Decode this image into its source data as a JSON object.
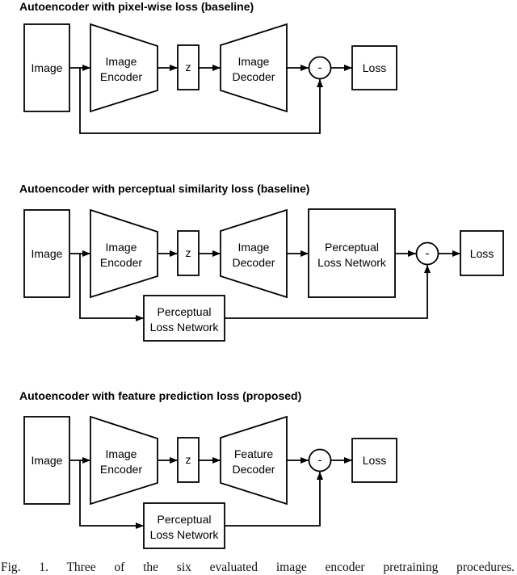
{
  "figure": {
    "diagrams": [
      {
        "title": "Autoencoder with pixel-wise loss (baseline)",
        "nodes": {
          "image": "Image",
          "encoder_line1": "Image",
          "encoder_line2": "Encoder",
          "latent": "z",
          "decoder_line1": "Image",
          "decoder_line2": "Decoder",
          "subtract": "-",
          "loss": "Loss"
        }
      },
      {
        "title": "Autoencoder with perceptual similarity loss (baseline)",
        "nodes": {
          "image": "Image",
          "encoder_line1": "Image",
          "encoder_line2": "Encoder",
          "latent": "z",
          "decoder_line1": "Image",
          "decoder_line2": "Decoder",
          "perceptual_top_line1": "Perceptual",
          "perceptual_top_line2": "Loss Network",
          "perceptual_bottom_line1": "Perceptual",
          "perceptual_bottom_line2": "Loss Network",
          "subtract": "-",
          "loss": "Loss"
        }
      },
      {
        "title": "Autoencoder with feature prediction loss (proposed)",
        "nodes": {
          "image": "Image",
          "encoder_line1": "Image",
          "encoder_line2": "Encoder",
          "latent": "z",
          "decoder_line1": "Feature",
          "decoder_line2": "Decoder",
          "perceptual_bottom_line1": "Perceptual",
          "perceptual_bottom_line2": "Loss Network",
          "subtract": "-",
          "loss": "Loss"
        }
      }
    ],
    "caption": "Fig. 1. Three of the six evaluated image encoder pretraining procedures."
  },
  "colors": {
    "stroke": "#000000",
    "background": "#ffffff",
    "text": "#000000"
  }
}
